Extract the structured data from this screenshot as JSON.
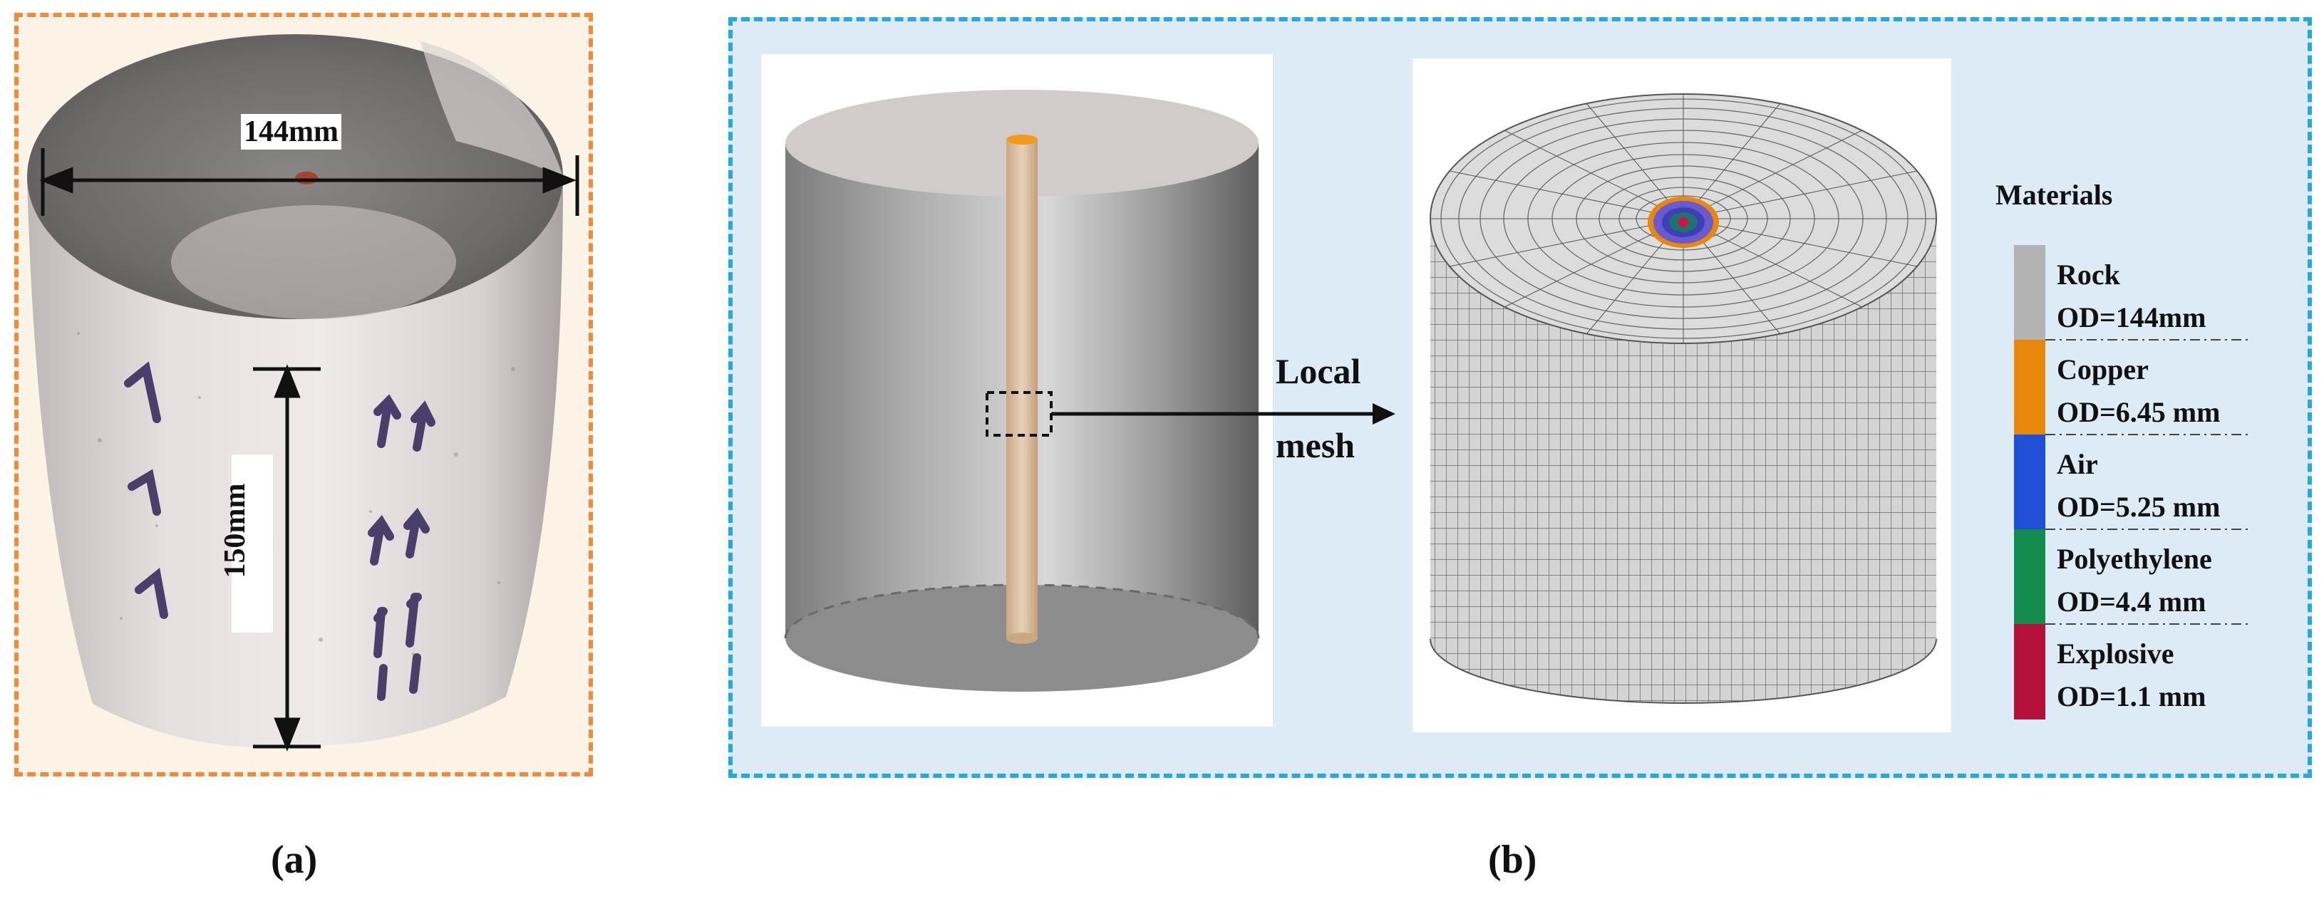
{
  "panel_a": {
    "caption": "(a)",
    "diameter_label": "144mm",
    "height_label": "150mm"
  },
  "panel_b": {
    "caption": "(b)",
    "arrow_label_line1": "Local",
    "arrow_label_line2": "mesh",
    "legend": {
      "title": "Materials",
      "items": [
        {
          "name": "Rock",
          "od": "OD=144mm",
          "color": "#b3b3b3"
        },
        {
          "name": "Copper",
          "od": "OD=6.45 mm",
          "color": "#e8870c"
        },
        {
          "name": "Air",
          "od": "OD=5.25 mm",
          "color": "#1f4fd6"
        },
        {
          "name": "Polyethylene",
          "od": "OD=4.4 mm",
          "color": "#138a4e"
        },
        {
          "name": "Explosive",
          "od": "OD=1.1 mm",
          "color": "#b5103a"
        }
      ]
    }
  }
}
